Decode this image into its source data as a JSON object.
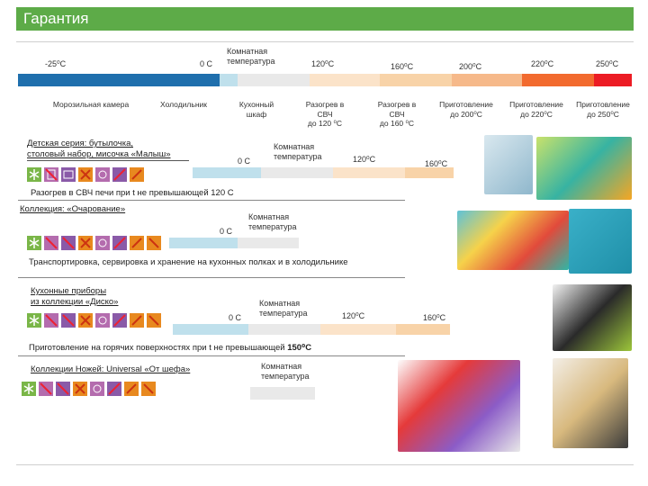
{
  "header": {
    "title": "Гарантия"
  },
  "scale": {
    "temps": [
      "-25⁰С",
      "0 С",
      "Комнатная\nтемпература",
      "120⁰С",
      "160⁰С",
      "200⁰С",
      "220⁰С",
      "250⁰С"
    ],
    "labels": [
      "Морозильная камера",
      "Холодильник",
      "Кухонный\nшкаф",
      "Разогрев в\nСВЧ\nдо 120 ⁰С",
      "Разогрев в\nСВЧ\nдо 160 ⁰С",
      "Приготовление\nдо 200⁰С",
      "Приготовление\nдо 220⁰С",
      "Приготовление\nдо 250⁰С"
    ],
    "colors": [
      "#1f6fad",
      "#bfe0ec",
      "#e9e9e9",
      "#fbe3c9",
      "#f8d3a8",
      "#f6b98a",
      "#f26a2e",
      "#ec1c24"
    ]
  },
  "sections": [
    {
      "title": "Детская серия: бутылочка,\nстоловый набор, мисочка «Малыш»",
      "temps": [
        "0 С",
        "Комнатная\nтемпература",
        "120⁰С",
        "160⁰С"
      ],
      "note": "Разогрев в СВЧ печи при t  не превышающей 120 С"
    },
    {
      "title": "Коллекция: «Очарование»",
      "temps": [
        "0 С",
        "Комнатная\nтемпература"
      ],
      "note": "Транспортировка, сервировка и хранение на кухонных полках и в холодильнике"
    },
    {
      "title": "Кухонные приборы\nиз коллекции «Диско»",
      "temps": [
        "0 С",
        "Комнатная\nтемпература",
        "120⁰С",
        "160⁰С"
      ],
      "note_prefix": "Приготовление на горячих поверхностях при t не превышающей ",
      "note_bold": "150⁰С"
    },
    {
      "title": "Коллекции Ножей: Universal  «От шефа»",
      "temps": [
        "Комнатная\nтемпература"
      ]
    }
  ]
}
